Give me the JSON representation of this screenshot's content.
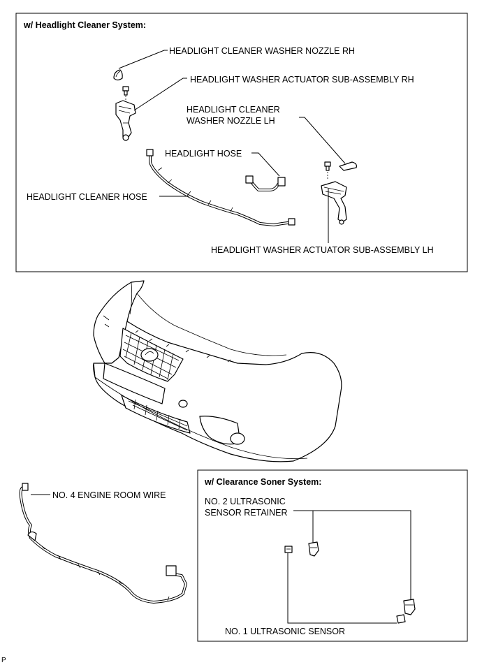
{
  "headlight_panel": {
    "title": "w/ Headlight Cleaner System:",
    "labels": {
      "nozzle_rh": "HEADLIGHT CLEANER WASHER NOZZLE RH",
      "actuator_rh": "HEADLIGHT WASHER ACTUATOR SUB-ASSEMBLY RH",
      "nozzle_lh_line1": "HEADLIGHT CLEANER",
      "nozzle_lh_line2": "WASHER NOZZLE LH",
      "headlight_hose": "HEADLIGHT HOSE",
      "cleaner_hose": "HEADLIGHT CLEANER HOSE",
      "actuator_lh": "HEADLIGHT WASHER ACTUATOR SUB-ASSEMBLY LH"
    }
  },
  "wire": {
    "label": "NO. 4 ENGINE ROOM WIRE"
  },
  "sonar_panel": {
    "title": "w/ Clearance Soner System:",
    "labels": {
      "retainer_line1": "NO. 2 ULTRASONIC",
      "retainer_line2": "SENSOR RETAINER",
      "sensor": "NO. 1 ULTRASONIC SENSOR"
    }
  },
  "footer": {
    "code": "P"
  }
}
